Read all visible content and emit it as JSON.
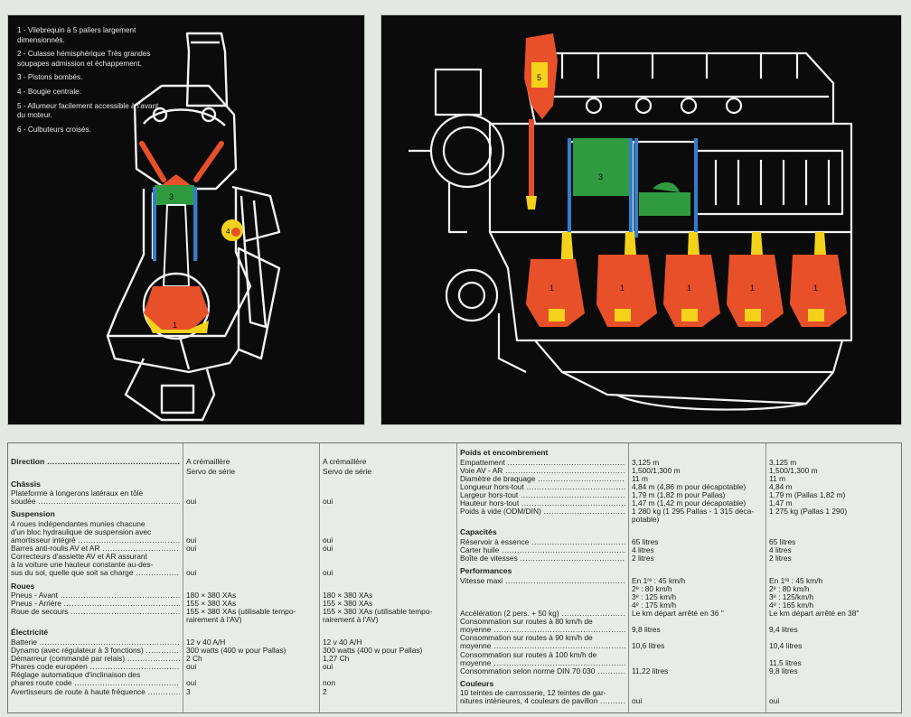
{
  "legend": [
    "1 - Vilebrequin à 5 paliers largement dimensionnés.",
    "2 - Culasse hémisphérique Très grandes soupapes admission et échappement.",
    "3 - Pistons bombés.",
    "4 - Bougie centrale.",
    "5 - Allumeur facilement accessible à l'avant du moteur.",
    "6 - Culbuteurs croisés."
  ],
  "diagram_labels": {
    "left_crank": "1",
    "left_piston": "3",
    "left_plug": "4",
    "right_distributor": "5",
    "right_piston": "3",
    "right_cranks": [
      "1",
      "1",
      "1",
      "1",
      "1"
    ]
  },
  "colors": {
    "background": "#e4e8e3",
    "panel": "#0b0b0b",
    "crank_red": "#e8502a",
    "yellow": "#f4d21a",
    "green": "#2f9a3e",
    "blue": "#2f7fd0",
    "line_white": "#f2f2f2"
  },
  "left_table": [
    {
      "type": "head",
      "label": "Direction",
      "a": "A crémaillère",
      "b": "A crémaillère"
    },
    {
      "type": "plain",
      "label": "",
      "a": "Servo de série",
      "b": "Servo de série"
    },
    {
      "type": "head",
      "label": "Châssis",
      "a": "",
      "b": ""
    },
    {
      "type": "plain",
      "label": "Plateforme à longerons latéraux en tôle",
      "a": "",
      "b": ""
    },
    {
      "type": "plain",
      "label": "soudée",
      "a": "oui",
      "b": "oui"
    },
    {
      "type": "head",
      "label": "Suspension",
      "a": "",
      "b": ""
    },
    {
      "type": "plain",
      "label": "4 roues indépendantes munies chacune",
      "a": "",
      "b": ""
    },
    {
      "type": "plain",
      "label": "d'un bloc hydraulique de suspension avec",
      "a": "",
      "b": ""
    },
    {
      "type": "plain",
      "label": "amortisseur intégré",
      "a": "oui",
      "b": "oui"
    },
    {
      "type": "plain",
      "label": "Barres anti-roulis AV et AR",
      "a": "oui",
      "b": "oui"
    },
    {
      "type": "plain",
      "label": "Correcteurs d'assiette AV et AR assurant",
      "a": "",
      "b": ""
    },
    {
      "type": "plain",
      "label": "à la voiture une hauteur constante au-des-",
      "a": "",
      "b": ""
    },
    {
      "type": "plain",
      "label": "sus du sol, quelle que soit sa charge",
      "a": "oui",
      "b": "oui"
    },
    {
      "type": "head",
      "label": "Roues",
      "a": "",
      "b": ""
    },
    {
      "type": "plain",
      "label": "Pneus - Avant",
      "a": "180 × 380 XAs",
      "b": "180 × 380 XAs"
    },
    {
      "type": "plain",
      "label": "Pneus - Arrière",
      "a": "155 × 380 XAs",
      "b": "155 × 380 XAs"
    },
    {
      "type": "plain",
      "label": "Roue de secours",
      "a": "155 × 380 XAs (utilisable tempo-",
      "b": "155 × 380 XAs (utilisable tempo-"
    },
    {
      "type": "plain",
      "label": "",
      "a": "rairement à l'AV)",
      "b": "rairement à l'AV)"
    },
    {
      "type": "head",
      "label": "Électricité",
      "a": "",
      "b": ""
    },
    {
      "type": "plain",
      "label": "Batterie",
      "a": "12 v 40 A/H",
      "b": "12 v 40 A/H"
    },
    {
      "type": "plain",
      "label": "Dynamo (avec régulateur à 3 fonctions)",
      "a": "300 watts (400 w pour Pallas)",
      "b": "300 watts (400 w pour Pallas)"
    },
    {
      "type": "plain",
      "label": "Démarreur (commandé par relais)",
      "a": "2 Ch",
      "b": "1,27 Ch"
    },
    {
      "type": "plain",
      "label": "Phares code européen",
      "a": "oui",
      "b": "oui"
    },
    {
      "type": "plain",
      "label": "Réglage automatique d'inclinaison des",
      "a": "",
      "b": ""
    },
    {
      "type": "plain",
      "label": "phares route code",
      "a": "oui",
      "b": "non"
    },
    {
      "type": "plain",
      "label": "Avertisseurs de route à haute fréquence",
      "a": "3",
      "b": "2"
    }
  ],
  "right_table": [
    {
      "type": "head",
      "label": "Poids et encombrement",
      "a": "",
      "b": ""
    },
    {
      "type": "plain",
      "label": "Empattement",
      "a": "3,125 m",
      "b": "3,125 m"
    },
    {
      "type": "plain",
      "label": "Voie AV - AR",
      "a": "1,500/1,300 m",
      "b": "1,500/1,300 m"
    },
    {
      "type": "plain",
      "label": "Diamètre de braquage",
      "a": "11 m",
      "b": "11 m"
    },
    {
      "type": "plain",
      "label": "Longueur hors-tout",
      "a": "4,84 m (4,86 m pour décapotable)",
      "b": "4,84 m"
    },
    {
      "type": "plain",
      "label": "Largeur hors-tout",
      "a": "1,79 m (1,82 m pour Pallas)",
      "b": "1,79 m (Pallas 1,82 m)"
    },
    {
      "type": "plain",
      "label": "Hauteur hors-tout",
      "a": "1,47 m (1,42 m pour décapotable)",
      "b": "1,47 m"
    },
    {
      "type": "plain",
      "label": "Poids à vide (ODM/DIN)",
      "a": "1 280 kg (1 295 Pallas - 1 315 déca-",
      "b": "1 275 kg (Pallas 1 290)"
    },
    {
      "type": "plain",
      "label": "",
      "a": "potable)",
      "b": ""
    },
    {
      "type": "head",
      "label": "Capacités",
      "a": "",
      "b": ""
    },
    {
      "type": "plain",
      "label": "Réservoir à essence",
      "a": "65 litres",
      "b": "65 litres"
    },
    {
      "type": "plain",
      "label": "Carter huile",
      "a": "4 litres",
      "b": "4 litres"
    },
    {
      "type": "plain",
      "label": "Boîte de vitesses",
      "a": "2 litres",
      "b": "2 litres"
    },
    {
      "type": "head",
      "label": "Performances",
      "a": "",
      "b": ""
    },
    {
      "type": "plain",
      "label": "Vitesse maxi",
      "a": "En 1ʳᵉ :  45 km/h",
      "b": "En 1ʳᵉ :  45 km/h"
    },
    {
      "type": "plain",
      "label": "",
      "a": "    2ᵉ  :  80 km/h",
      "b": "    2ᵉ  :  80 km/h"
    },
    {
      "type": "plain",
      "label": "",
      "a": "    3ᵉ  : 125 km/h",
      "b": "    3ᵉ  : 125/km/h"
    },
    {
      "type": "plain",
      "label": "",
      "a": "    4ᵉ  : 175 km/h",
      "b": "    4ᵉ  : 165 km/h"
    },
    {
      "type": "plain",
      "label": "Accélération (2 pers. + 50 kg)",
      "a": "Le km départ arrêté en 36 ''",
      "b": "Le km départ arrêté en 38\""
    },
    {
      "type": "plain",
      "label": "Consommation sur routes à 80 km/h de",
      "a": "",
      "b": ""
    },
    {
      "type": "plain",
      "label": "moyenne",
      "a": "9,8 litres",
      "b": "9,4 litres"
    },
    {
      "type": "plain",
      "label": "Consommation sur routes à 90 km/h de",
      "a": "",
      "b": ""
    },
    {
      "type": "plain",
      "label": "moyenne",
      "a": "10,6 litres",
      "b": "10,4 litres"
    },
    {
      "type": "plain",
      "label": "Consommation sur routes à 100 km/h de",
      "a": "",
      "b": ""
    },
    {
      "type": "plain",
      "label": "moyenne",
      "a": "",
      "b": "11,5 litres"
    },
    {
      "type": "plain",
      "label": "Consommation selon norme DIN 70 030",
      "a": "11,22 litres",
      "b": "9,8 litres"
    },
    {
      "type": "head",
      "label": "Couleurs",
      "a": "",
      "b": ""
    },
    {
      "type": "plain",
      "label": "10 teintes de carrosserie, 12 teintes de gar-",
      "a": "",
      "b": ""
    },
    {
      "type": "plain",
      "label": "nitures intérieures, 4 couleurs de pavillon",
      "a": "oui",
      "b": "oui"
    }
  ]
}
